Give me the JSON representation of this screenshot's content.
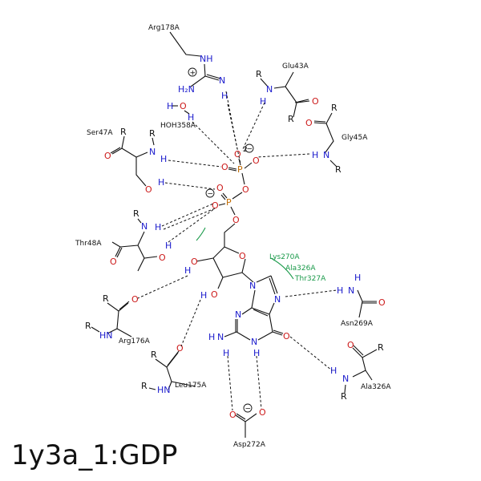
{
  "title": "1y3a_1:GDP",
  "labels": {
    "arg178": "Arg178A",
    "glu43": "Glu43A",
    "gly45": "Gly45A",
    "ser47": "Ser47A",
    "hoh358": "HOH358A",
    "thr48": "Thr48A",
    "lys270": "Lys270A",
    "ala326g": "Ala326A",
    "thr327": "Thr327A",
    "asn269": "Asn269A",
    "arg176": "Arg176A",
    "leu175": "Leu175A",
    "ala326": "Ala326A",
    "asp272": "Asp272A"
  },
  "symbols": {
    "N": "N",
    "H": "H",
    "O": "O",
    "P": "P",
    "R": "R",
    "NH": "NH",
    "H2N": "H₂N",
    "HN": "HN",
    "NH2": "NH",
    "plus": "+",
    "minus": "−",
    "charge2": "2",
    "HO": "HO",
    "OH": "OH"
  },
  "colors": {
    "nitrogen": "#1a1acc",
    "oxygen": "#cc1a1a",
    "phosphorus": "#c06a00",
    "hydrophobic": "#1a9a4a"
  }
}
